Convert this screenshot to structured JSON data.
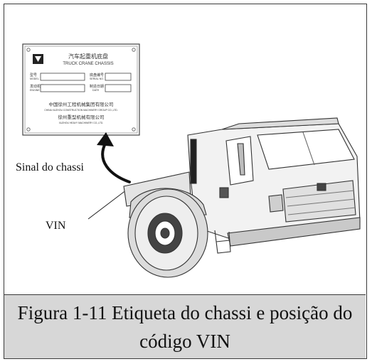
{
  "plate": {
    "title_cn": "汽车起重机底盘",
    "title_en": "TRUCK CRANE CHASSIS",
    "model_cn": "型号",
    "model_en": "MODEL",
    "serial_cn": "底盘编号",
    "serial_en": "SERIAL NO.",
    "engine_cn": "发动机号",
    "engine_en": "ENGINE NO.",
    "date_cn": "制造日期",
    "date_en": "DATE",
    "group_cn": "中国徐州工程机械集团有限公司",
    "group_en": "CHINA XUZHOU CONSTRUCTION MACHINERY GROUP CO.,LTD.",
    "company_cn": "徐州重型机械有限公司",
    "company_en": "XUZHOU HEAVY MACHINERY CO.,LTD."
  },
  "labels": {
    "chassis_sign": "Sinal do chassi",
    "vin": "VIN"
  },
  "caption": {
    "line1": "Figura 1-11 Etiqueta do chassi e posição do",
    "line2": "código VIN"
  }
}
